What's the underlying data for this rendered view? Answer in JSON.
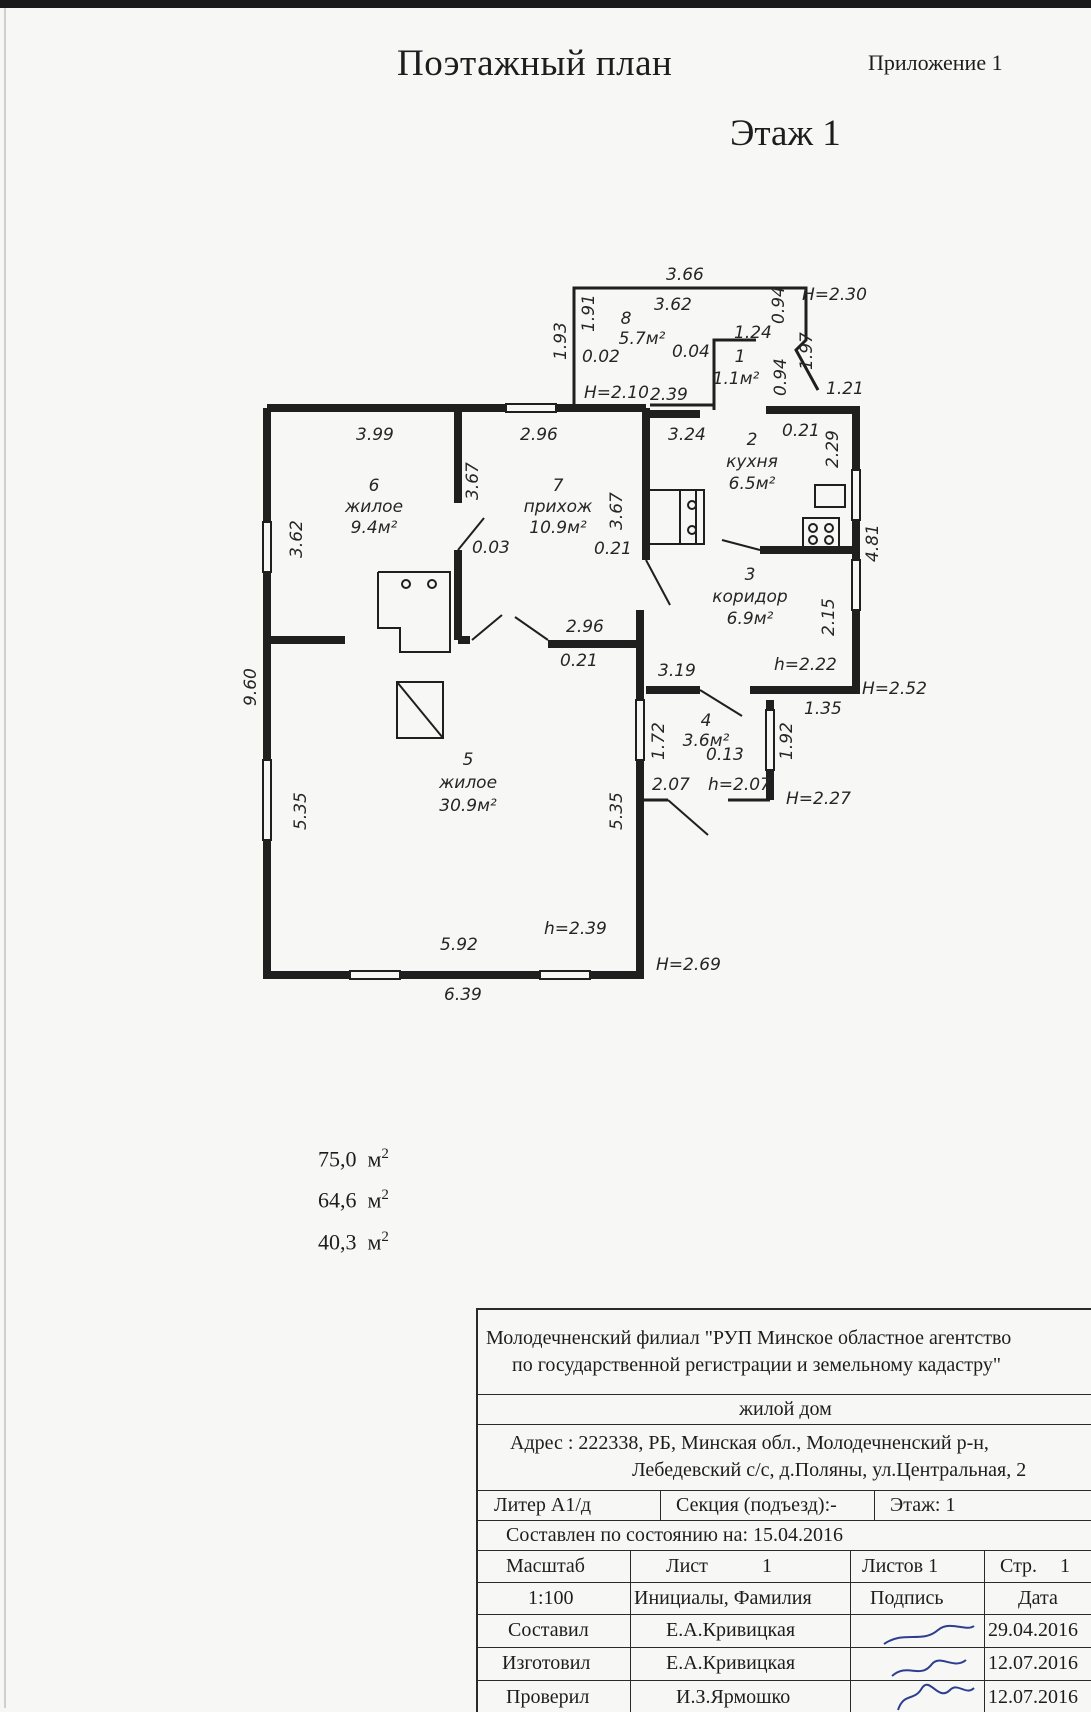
{
  "header": {
    "title": "Поэтажный план",
    "appendix": "Приложение 1",
    "floor": "Этаж 1"
  },
  "plan": {
    "dimensions": {
      "d366": "3.66",
      "d362": "3.62",
      "d191": "1.91",
      "d193": "1.93",
      "d002": "0.02",
      "d004": "0.04",
      "d124": "1.24",
      "d094a": "0.94",
      "d197": "1.97",
      "d094b": "0.94",
      "d121": "1.21",
      "d239": "2.39",
      "d399": "3.99",
      "d296a": "2.96",
      "d324": "3.24",
      "d021a": "0.21",
      "d229": "2.29",
      "d367a": "3.67",
      "d367b": "3.67",
      "d003": "0.03",
      "d362b": "3.62",
      "d021b": "0.21",
      "d481": "4.81",
      "d296b": "2.96",
      "d021c": "0.21",
      "d215": "2.15",
      "d319": "3.19",
      "d135": "1.35",
      "d960": "9.60",
      "d172": "1.72",
      "d013": "0.13",
      "d192": "1.92",
      "d207": "2.07",
      "d535a": "5.35",
      "d535b": "5.35",
      "d592": "5.92",
      "d639": "6.39"
    },
    "heights": {
      "h230": "H=2.30",
      "h210": "H=2.10",
      "h252": "H=2.52",
      "h222": "h=2.22",
      "h207": "h=2.07",
      "h227": "H=2.27",
      "h239": "h=2.39",
      "h269": "H=2.69"
    },
    "rooms": {
      "r8": {
        "num": "8",
        "area": "5.7м²"
      },
      "r1": {
        "num": "1",
        "area": "1.1м²"
      },
      "r2": {
        "num": "2",
        "name": "кухня",
        "area": "6.5м²"
      },
      "r6": {
        "num": "6",
        "name": "жилое",
        "area": "9.4м²"
      },
      "r7": {
        "num": "7",
        "name": "прихож",
        "area": "10.9м²"
      },
      "r3": {
        "num": "3",
        "name": "коридор",
        "area": "6.9м²"
      },
      "r4": {
        "num": "4",
        "area": "3.6м²"
      },
      "r5": {
        "num": "5",
        "name": "жилое",
        "area": "30.9м²"
      }
    }
  },
  "areas": [
    {
      "value": "75,0",
      "unit": "м",
      "power": "2"
    },
    {
      "value": "64,6",
      "unit": "м",
      "power": "2"
    },
    {
      "value": "40,3",
      "unit": "м",
      "power": "2"
    }
  ],
  "stamp": {
    "org_line1": "Молодечненский филиал \"РУП Минское областное агентство",
    "org_line2": "по государственной регистрации и земельному кадастру\"",
    "object": "жилой дом",
    "address_line1": "Адрес : 222338, РБ, Минская обл., Молодечненский р-н,",
    "address_line2": "Лебедевский с/с, д.Поляны, ул.Центральная, 2",
    "litera": "Литер А1/д",
    "section": "Секция (подъезд):-",
    "floor": "Этаж: 1",
    "compiled_state": "Составлен по состоянию на: 15.04.2016",
    "scale_label": "Масштаб",
    "sheet_label": "Лист",
    "sheet_num": "1",
    "sheets_label": "Листов 1",
    "page_label": "Стр.",
    "page_num": "1",
    "scale_value": "1:100",
    "initials_label": "Инициалы, Фамилия",
    "signature_label": "Подпись",
    "date_label": "Дата",
    "rows": [
      {
        "role": "Составил",
        "name": "Е.А.Кривицкая",
        "date": "29.04.2016"
      },
      {
        "role": "Изготовил",
        "name": "Е.А.Кривицкая",
        "date": "12.07.2016"
      },
      {
        "role": "Проверил",
        "name": "И.З.Ярмошко",
        "date": "12.07.2016"
      }
    ]
  }
}
